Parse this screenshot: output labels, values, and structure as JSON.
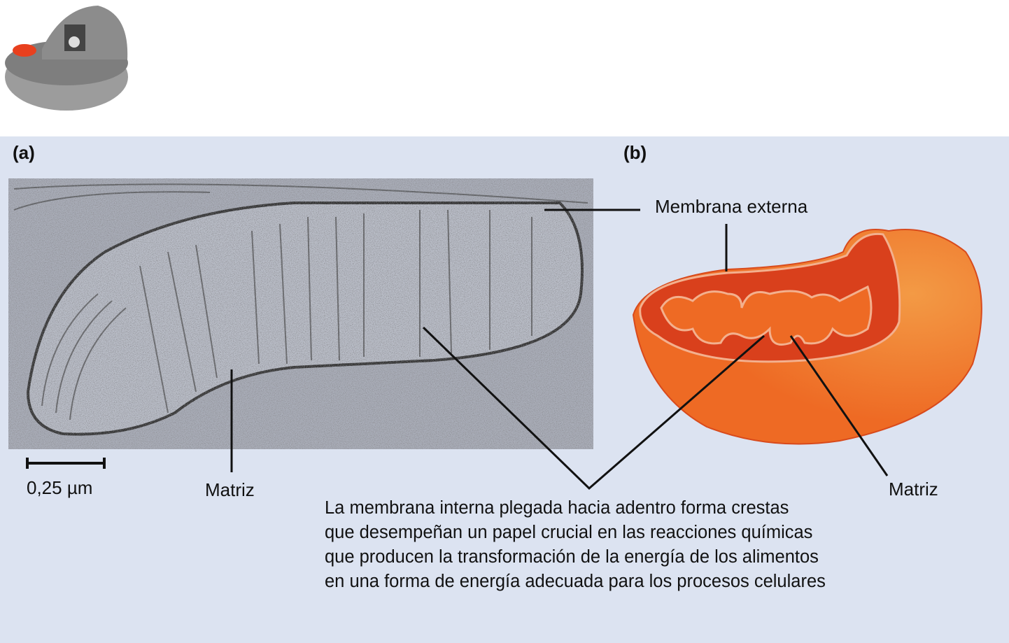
{
  "panels": {
    "a": "(a)",
    "b": "(b)"
  },
  "labels": {
    "outer_membrane": "Membrana externa",
    "matrix_a": "Matriz",
    "matrix_b": "Matriz",
    "scale": "0,25 µm"
  },
  "caption": [
    "La membrana interna plegada hacia adentro forma crestas",
    "que desempeñan un papel crucial en las reacciones químicas",
    "que producen la transformación de la energía de los alimentos",
    "en una forma de energía adecuada para los procesos celulares"
  ],
  "colors": {
    "background": "#dce3f1",
    "mito_outer": "#ee6a24",
    "mito_inner": "#d9401c",
    "highlight": "#e8401e"
  }
}
